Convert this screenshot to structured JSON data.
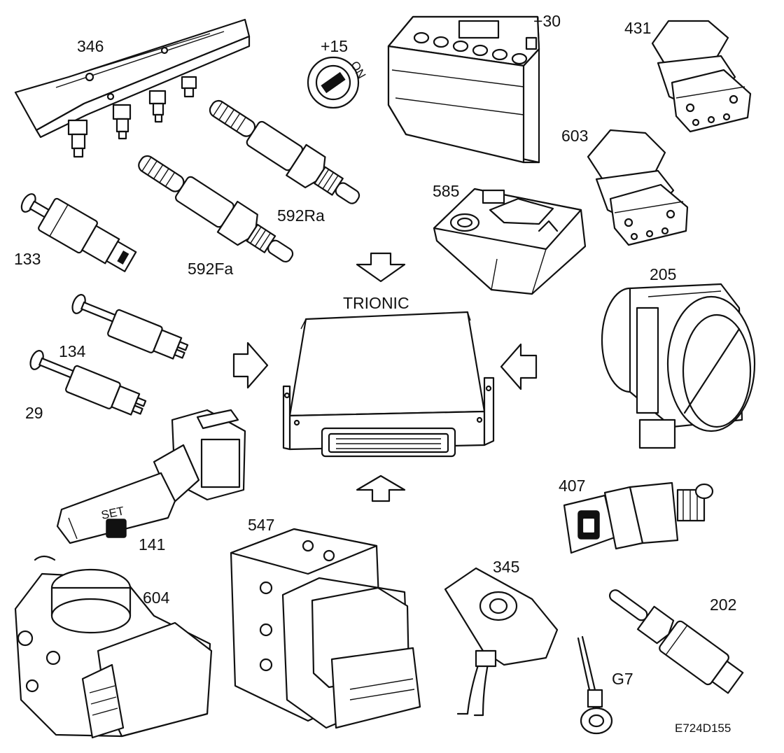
{
  "center": {
    "label": "TRIONIC"
  },
  "components": [
    {
      "id": "346",
      "label": "346"
    },
    {
      "id": "+15",
      "label": "+15"
    },
    {
      "id": "+30",
      "label": "+30"
    },
    {
      "id": "431",
      "label": "431"
    },
    {
      "id": "603",
      "label": "603"
    },
    {
      "id": "585",
      "label": "585"
    },
    {
      "id": "592Ra",
      "label": "592Ra"
    },
    {
      "id": "592Fa",
      "label": "592Fa"
    },
    {
      "id": "133",
      "label": "133"
    },
    {
      "id": "134",
      "label": "134"
    },
    {
      "id": "29",
      "label": "29"
    },
    {
      "id": "205",
      "label": "205"
    },
    {
      "id": "141",
      "label": "141"
    },
    {
      "id": "407",
      "label": "407"
    },
    {
      "id": "547",
      "label": "547"
    },
    {
      "id": "345",
      "label": "345"
    },
    {
      "id": "604",
      "label": "604"
    },
    {
      "id": "202",
      "label": "202"
    },
    {
      "id": "G7",
      "label": "G7"
    }
  ],
  "ignition_switch_mark": "ON",
  "stalk_mark": "SET",
  "figure_code": "E724D155"
}
